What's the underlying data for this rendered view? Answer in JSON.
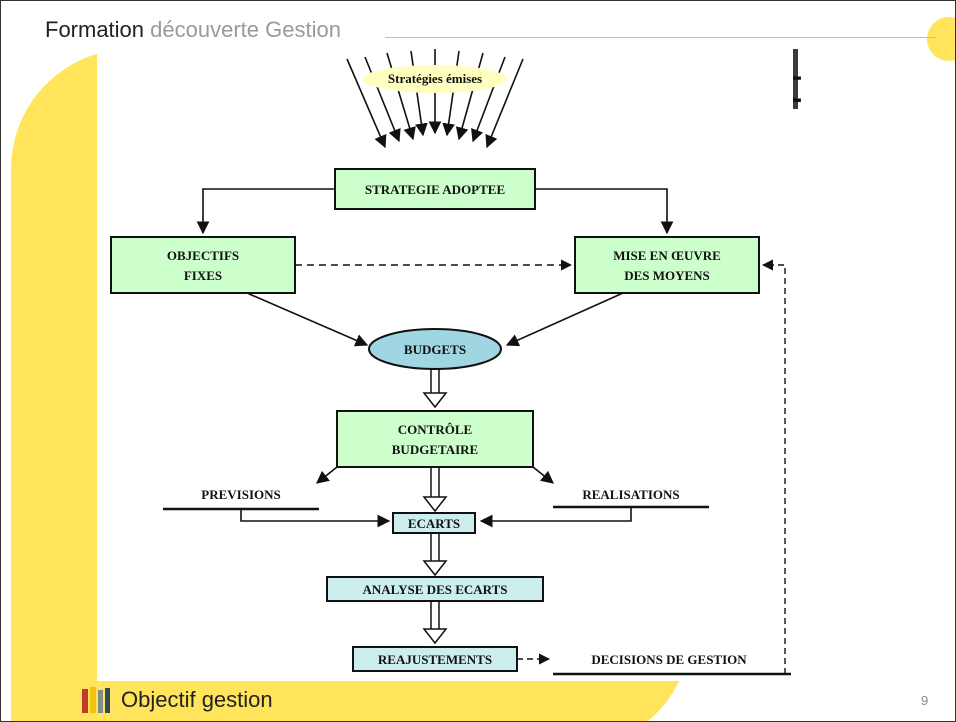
{
  "header": {
    "title": "Formation",
    "subtitle": "découverte Gestion"
  },
  "fragment_text": "t",
  "diagram": {
    "emitted": "Stratégies émises",
    "adopted": "STRATEGIE ADOPTEE",
    "objectives": [
      "OBJECTIFS",
      "FIXES"
    ],
    "means": [
      "MISE EN ŒUVRE",
      "DES MOYENS"
    ],
    "budgets": "BUDGETS",
    "control": [
      "CONTRÔLE",
      "BUDGETAIRE"
    ],
    "forecasts": "PREVISIONS",
    "actuals": "REALISATIONS",
    "gaps": "ECARTS",
    "gap_analysis": "ANALYSE DES ECARTS",
    "adjustments": "REAJUSTEMENTS",
    "decisions": "DECISIONS DE GESTION"
  },
  "footer": {
    "label": "Objectif gestion",
    "page_number": "9"
  },
  "colors": {
    "accent_yellow": "#FFE45C",
    "box_green": "#CCFFCC",
    "box_blue": "#CCEEEE",
    "ellipse_blue": "#9FD6E2"
  }
}
